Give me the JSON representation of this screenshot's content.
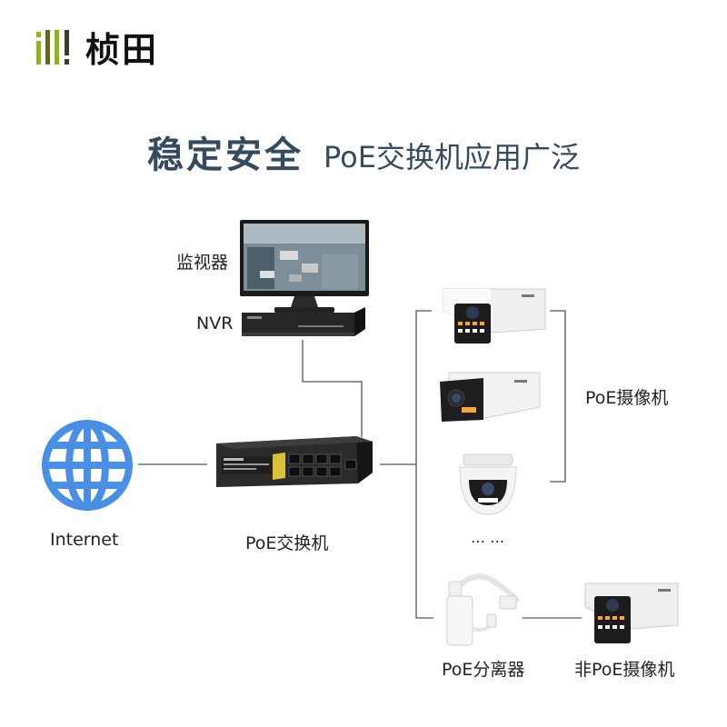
{
  "brand": {
    "logo_mark": "ill!",
    "name": "桢田"
  },
  "headline": {
    "strong": "稳定安全",
    "light": "PoE交换机应用广泛"
  },
  "labels": {
    "monitor": "监视器",
    "nvr": "NVR",
    "internet": "Internet",
    "switch": "PoE交换机",
    "poe_cameras": "PoE摄像机",
    "ellipsis": "… …",
    "splitter": "PoE分离器",
    "non_poe_camera": "非PoE摄像机"
  },
  "colors": {
    "title": "#344a5e",
    "globe": "#4a8fe6",
    "logo_green": "#8fb02a",
    "logo_dark": "#3c3c2a"
  },
  "icons": [
    "globe-icon",
    "monitor-icon",
    "nvr-icon",
    "switch-icon",
    "bullet-camera-icon",
    "dome-camera-icon",
    "poe-splitter-icon"
  ]
}
